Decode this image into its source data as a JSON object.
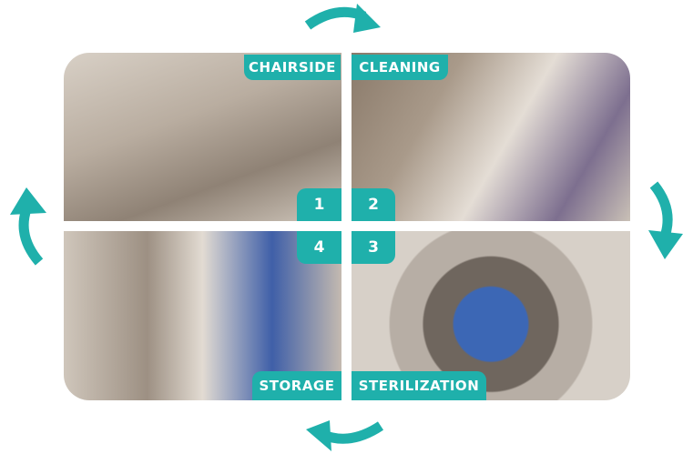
{
  "steps": [
    {
      "number": "1",
      "label": "CHAIRSIDE"
    },
    {
      "number": "2",
      "label": "CLEANING"
    },
    {
      "number": "3",
      "label": "STERILIZATION"
    },
    {
      "number": "4",
      "label": "STORAGE"
    }
  ],
  "colors": {
    "accent": "#1fb0ab",
    "photo_tone": "sepia"
  },
  "icons": [
    "cycle-arrow-icon"
  ]
}
